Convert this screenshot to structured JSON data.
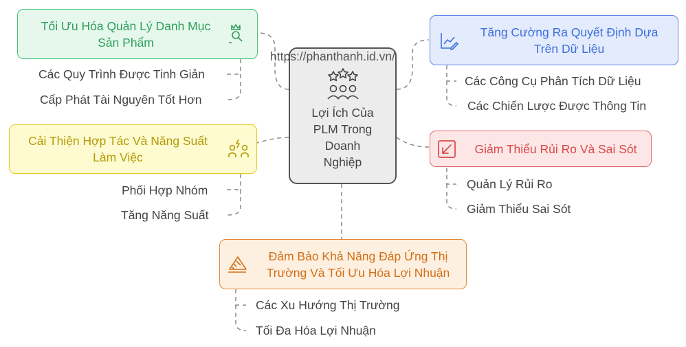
{
  "watermark": "https://phanthanh.id.vn/",
  "center": {
    "title": "Lợi Ích Của PLM Trong Doanh Nghiệp",
    "line1": "Lợi Ích Của",
    "line2": "PLM Trong",
    "line3": "Doanh",
    "line4": "Nghiệp"
  },
  "branches": [
    {
      "title_line1": "Tối Ưu Hóa Quản Lý Danh Mục",
      "title_line2": "Sản Phẩm",
      "color": "#47c679",
      "icon": "crown-user-icon",
      "items": [
        "Các Quy Trình Được Tinh Giản",
        "Cấp Phát Tài Nguyên Tốt Hơn"
      ]
    },
    {
      "title_line1": "Tăng Cường Ra Quyết Định Dựa",
      "title_line2": "Trên Dữ Liệu",
      "color": "#5b86e5",
      "icon": "chart-edit-icon",
      "items": [
        "Các Công Cụ Phân Tích Dữ Liệu",
        "Các Chiến Lược Được Thông Tin"
      ]
    },
    {
      "title_line1": "Cải Thiện Hợp Tác Và Năng Suất",
      "title_line2": "Làm Việc",
      "color": "#e2cc1e",
      "icon": "team-spark-icon",
      "items": [
        "Phối Hợp Nhóm",
        "Tăng Năng Suất"
      ]
    },
    {
      "title_line1": "Giảm Thiểu Rủi Ro Và Sai Sót",
      "title_line2": "",
      "color": "#e06a6a",
      "icon": "arrow-down-left-icon",
      "items": [
        "Quản Lý Rủi Ro",
        "Giảm Thiểu Sai Sót"
      ]
    },
    {
      "title_line1": "Đảm Bảo Khả Năng Đáp Ứng Thị",
      "title_line2": "Trường Và Tối Ưu Hóa Lợi Nhuận",
      "color": "#e58a34",
      "icon": "megaphone-icon",
      "items": [
        "Các Xu Hướng Thị Trường",
        "Tối Đa Hóa Lợi Nhuận"
      ]
    }
  ]
}
